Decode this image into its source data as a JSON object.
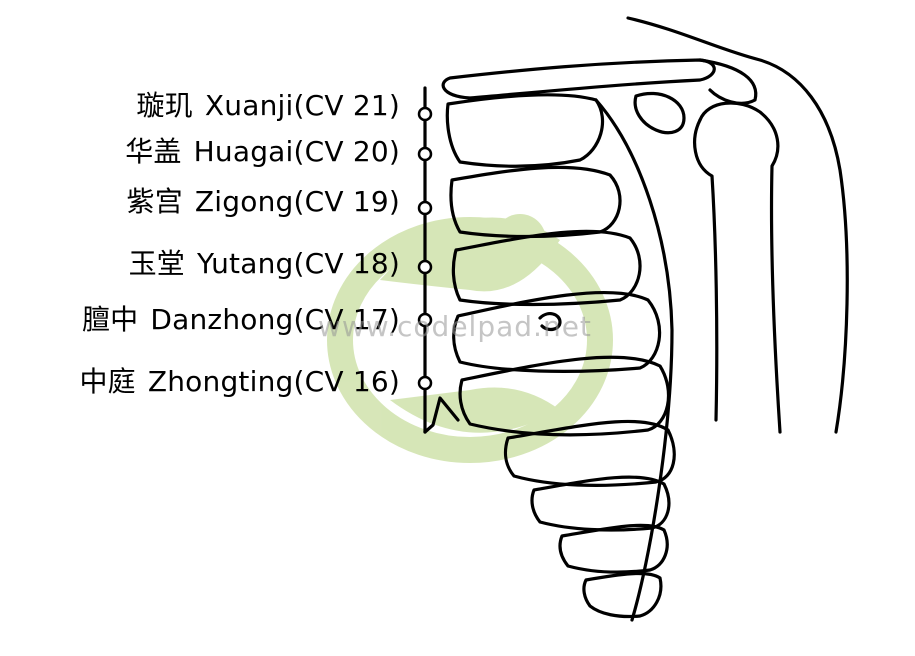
{
  "points": [
    {
      "cn": "璇玑",
      "en": "Xuanji(CV 21)"
    },
    {
      "cn": "华盖",
      "en": "Huagai(CV 20)"
    },
    {
      "cn": "紫宫",
      "en": "Zigong(CV 19)"
    },
    {
      "cn": "玉堂",
      "en": "Yutang(CV 18)"
    },
    {
      "cn": "膻中",
      "en": "Danzhong(CV 17)"
    },
    {
      "cn": "中庭",
      "en": "Zhongting(CV 16)"
    }
  ],
  "watermark": "www.codelpad.net",
  "colors": {
    "line": "#000000",
    "watermark_logo": "#c9dea0"
  }
}
